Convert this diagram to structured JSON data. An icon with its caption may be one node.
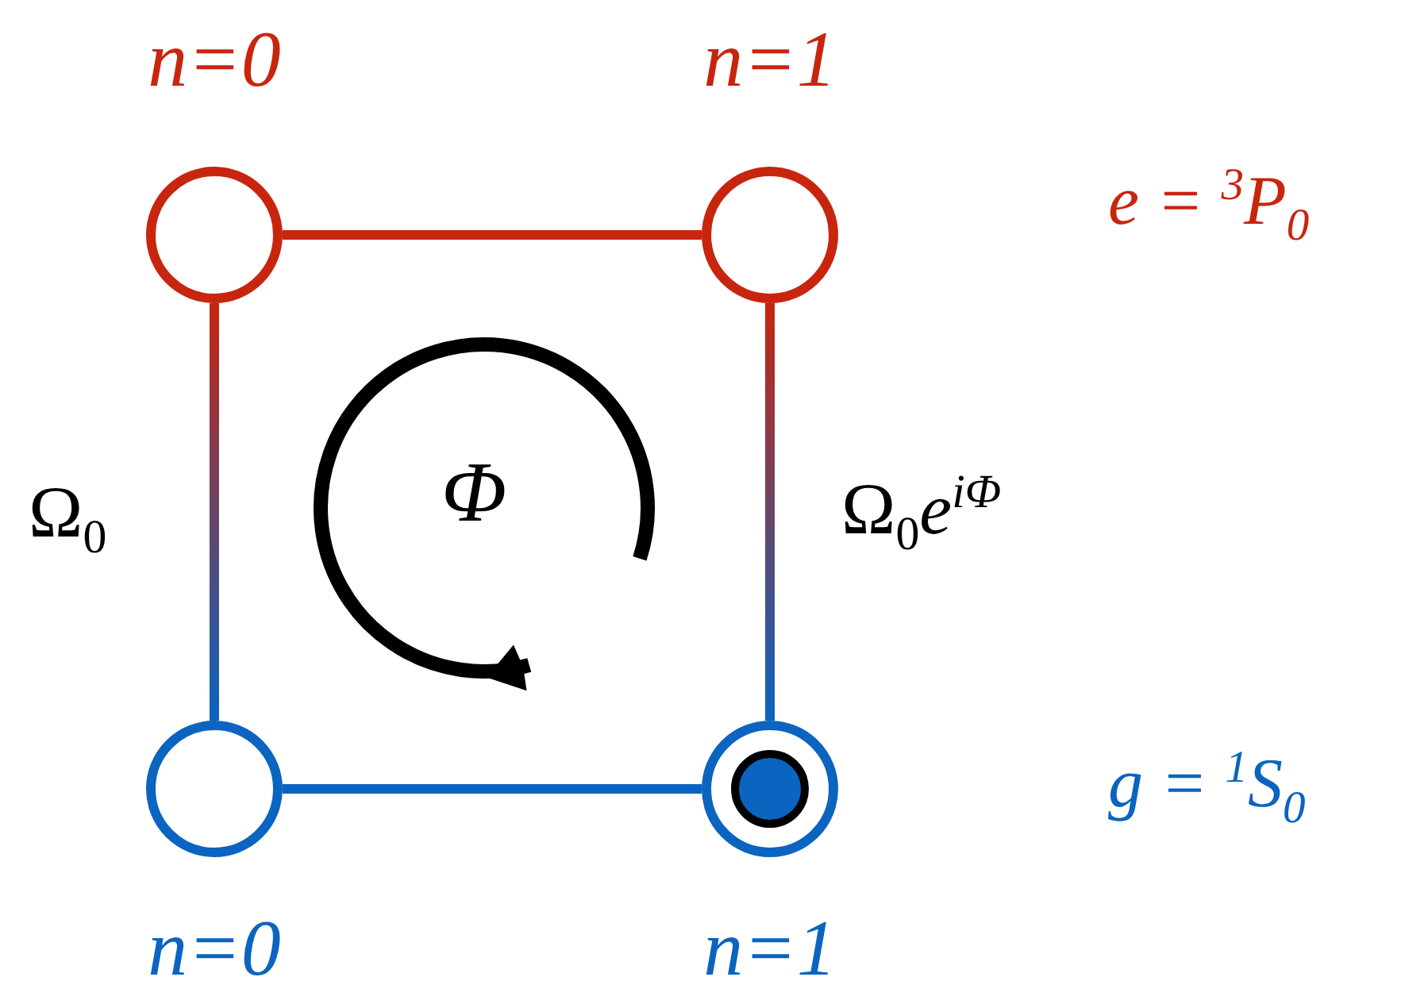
{
  "diagram": {
    "nodes": [
      {
        "text": [],
        "shape": "circle",
        "beside": [
          "n=0"
        ]
      },
      {
        "text": [],
        "shape": "circle",
        "beside": [
          "n=1"
        ]
      },
      {
        "text": [],
        "shape": "circle",
        "beside": [
          "n=0"
        ]
      },
      {
        "text": [],
        "shape": "circle",
        "beside": [
          "n=1"
        ]
      },
      {
        "text": [],
        "shape": "circle",
        "in": 3
      }
    ],
    "edges": [
      {
        "from": 0,
        "to": 1,
        "arrow": "none",
        "color": "#c8250f"
      },
      {
        "from": 0,
        "to": 2,
        "arrow": "none",
        "label": "Ω$_{0}$"
      },
      {
        "from": 1,
        "to": 3,
        "arrow": "none",
        "label": "Ω$_{0}$*e*$^{iΦ}$"
      },
      {
        "from": 2,
        "to": 3,
        "arrow": "none",
        "color": "#0a64c0"
      }
    ],
    "labels": [
      "e = $^{3}$P$_{0}$",
      "Φ",
      "g = $^{1}$S$_{0}$"
    ]
  }
}
